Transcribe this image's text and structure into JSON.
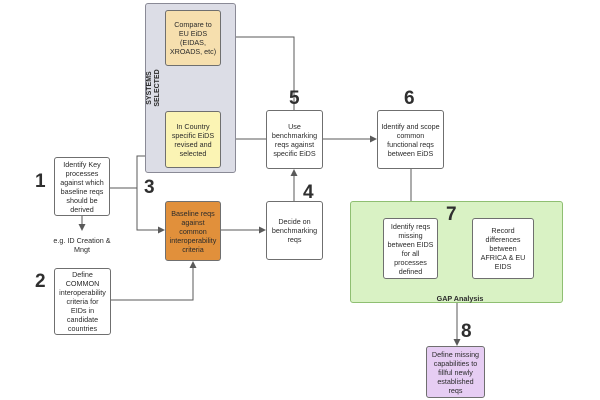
{
  "colors": {
    "systems_region_fill": "#dcdde6",
    "gap_region_fill": "#d9f2c4",
    "compare_fill": "#f6dfae",
    "in_country_fill": "#fbf4b4",
    "baseline_fill": "#e1903b",
    "define_missing_fill": "#e6cdf3",
    "box_fill": "#ffffff",
    "arrow": "#5a5a5a"
  },
  "regions": {
    "systems_selected_label": "SYSTEMS SELECTED",
    "gap_analysis_label": "GAP Analysis"
  },
  "nodes": {
    "compare": "Compare to EU EiDS (EIDAS, XROADS, etc)",
    "in_country": "In Country specific EiDS revised and selected",
    "identify_key": "Identify Key processes against which baseline reqs should be derived",
    "eg_id": "e.g. ID Creation & Mngt",
    "define_common": "Define COMMON interoperability criteria for EIDs in candidate countries",
    "baseline": "Baseline reqs against common interoperability criteria",
    "use_benchmark": "Use benchmarking reqs against specific EiDS",
    "decide_benchmark": "Decide on benchmarking reqs",
    "identify_scope": "Identify and scope common functional reqs between EiDS",
    "identify_missing": "Identify reqs missing between EIDS for all processes defined",
    "record_diff": "Record differences between AFRICA & EU EIDS",
    "define_missing": "Define missing capabilities to fillful newly established reqs"
  },
  "step_numbers": {
    "n1": "1",
    "n2": "2",
    "n3": "3",
    "n4": "4",
    "n5": "5",
    "n6": "6",
    "n7": "7",
    "n8": "8"
  }
}
